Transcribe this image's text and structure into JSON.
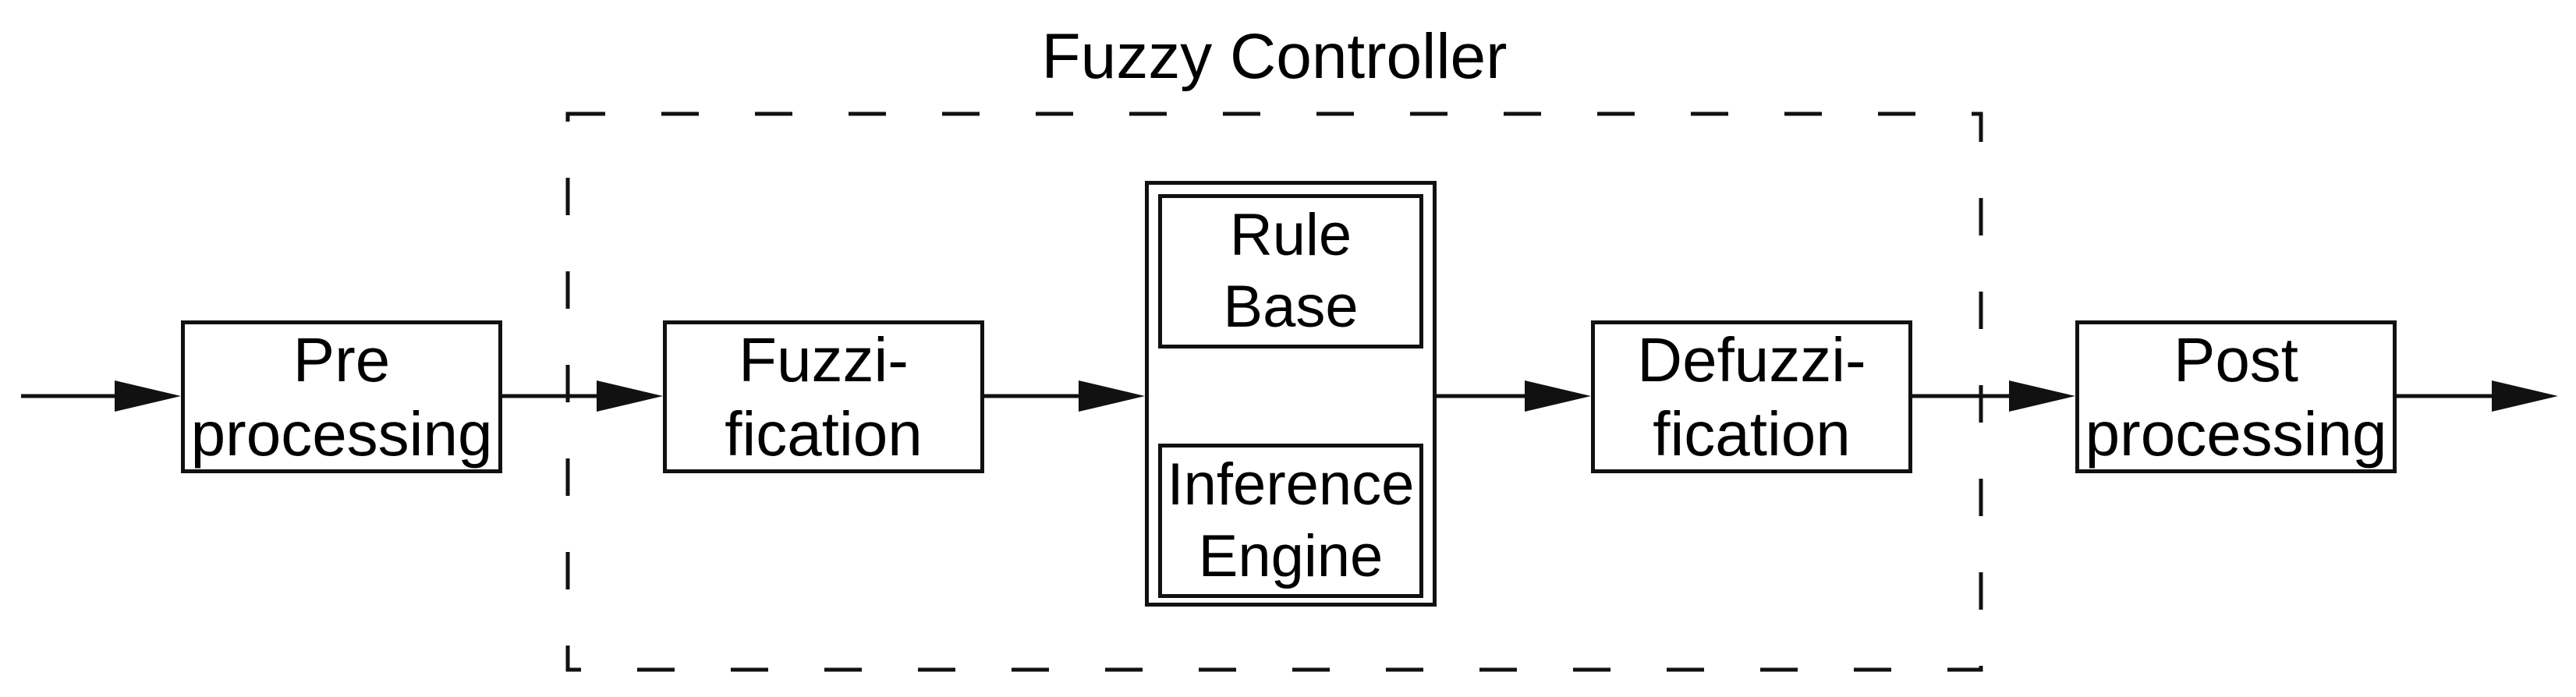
{
  "title": "Fuzzy Controller",
  "blocks": {
    "preprocessing": {
      "line1": "Pre",
      "line2": "processing"
    },
    "fuzzification": {
      "line1": "Fuzzi-",
      "line2": "fication"
    },
    "rule_base": {
      "line1": "Rule",
      "line2": "Base"
    },
    "inference_engine": {
      "line1": "Inference",
      "line2": "Engine"
    },
    "defuzzification": {
      "line1": "Defuzzi-",
      "line2": "fication"
    },
    "postprocessing": {
      "line1": "Post",
      "line2": "processing"
    }
  },
  "flow": [
    "input",
    "Pre processing",
    "Fuzzification",
    "Rule Base / Inference Engine",
    "Defuzzification",
    "Post processing",
    "output"
  ],
  "colors": {
    "line": "#111111",
    "background": "#ffffff",
    "text": "#000000"
  }
}
